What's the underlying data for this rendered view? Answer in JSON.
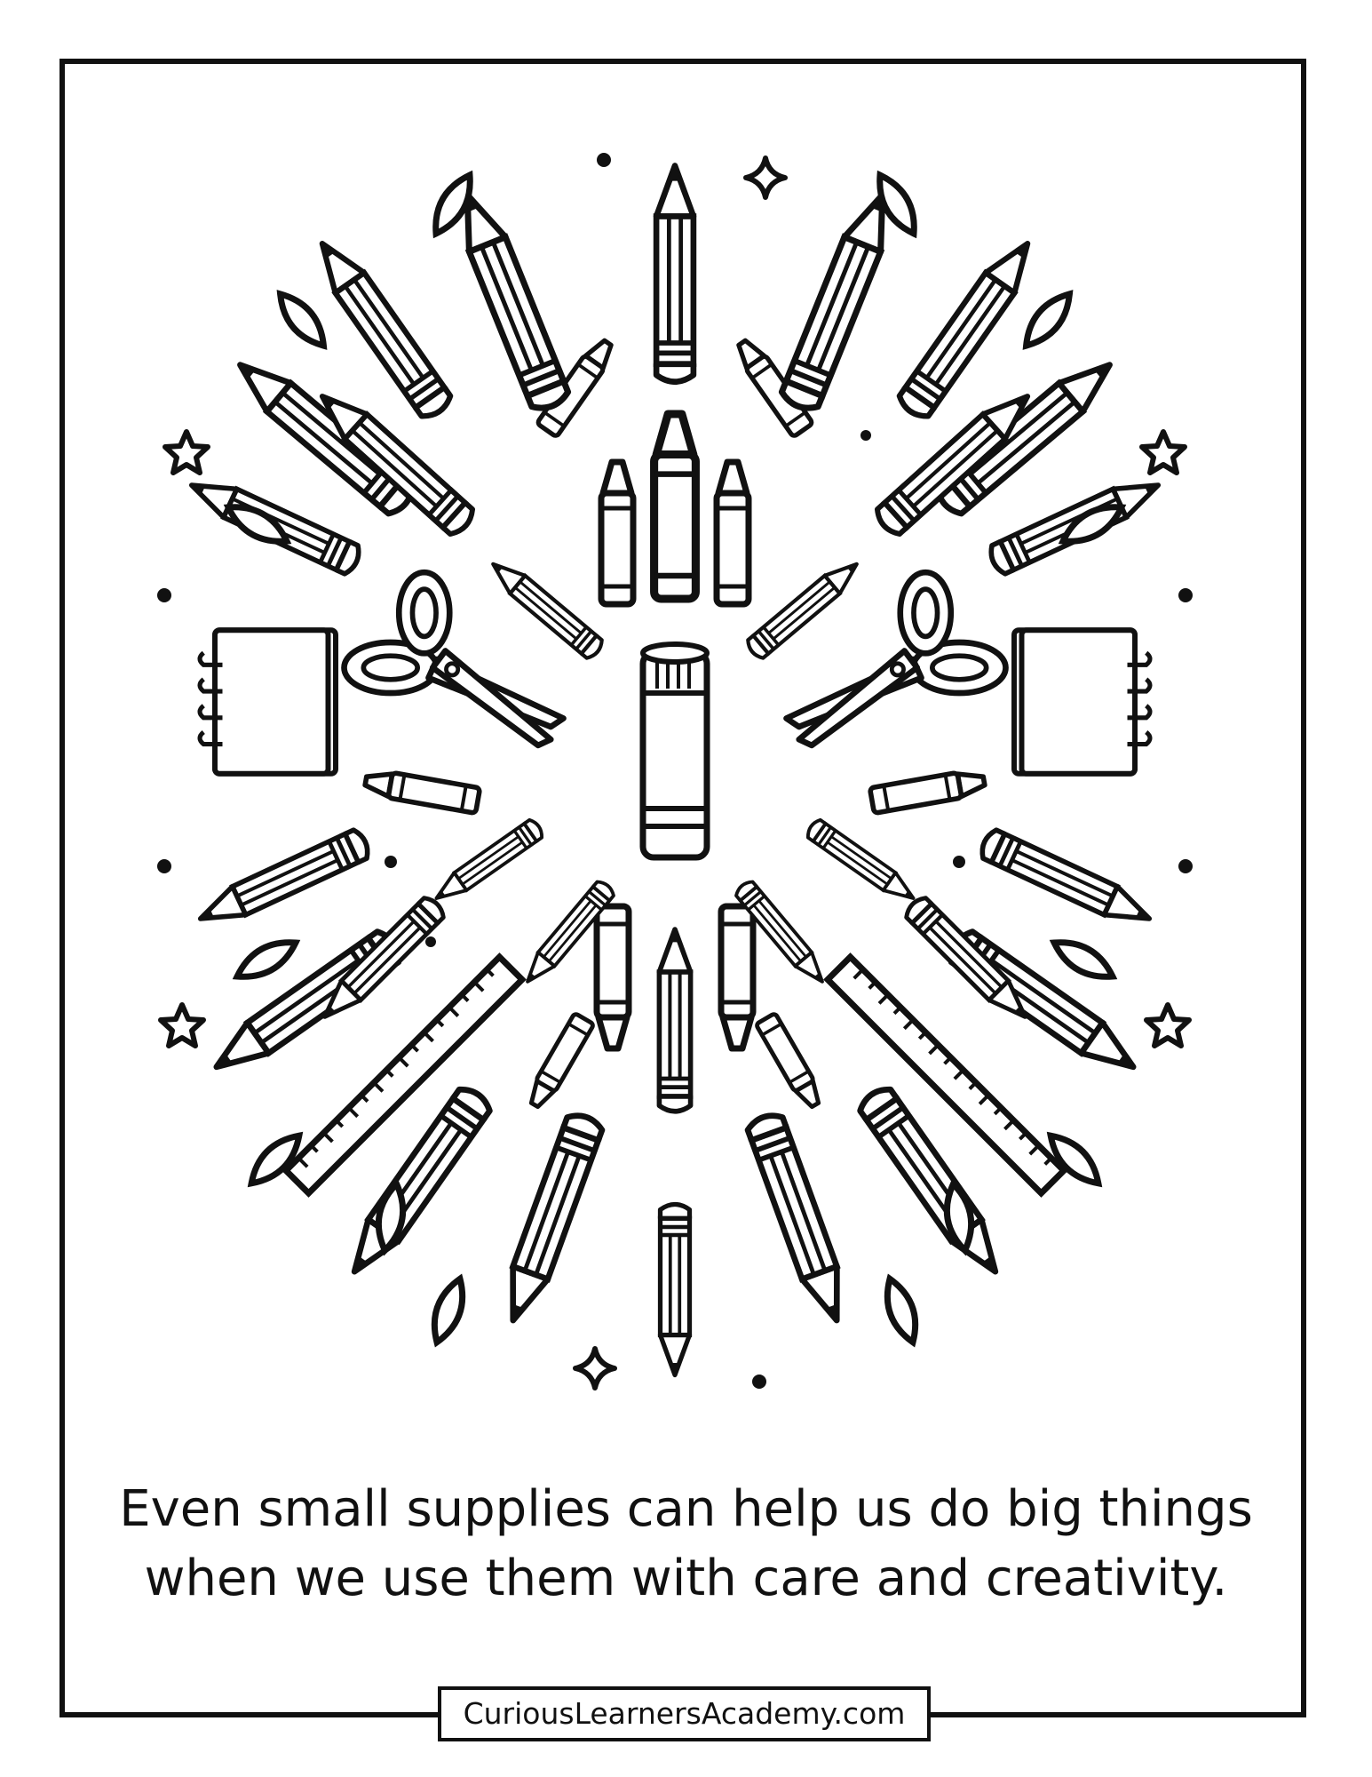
{
  "caption": {
    "line1": "Even small supplies can help us do big things",
    "line2": "when we use them with care and creativity."
  },
  "footer": {
    "website": "CuriousLearnersAcademy.com"
  },
  "artwork": {
    "subject": "school supplies mandala",
    "icons": [
      "pencil-icon",
      "crayon-icon",
      "scissors-icon",
      "notebook-icon",
      "glue-stick-icon",
      "ruler-icon",
      "star-icon",
      "leaf-icon"
    ],
    "line_color": "#111111",
    "fill_color": "#ffffff"
  }
}
